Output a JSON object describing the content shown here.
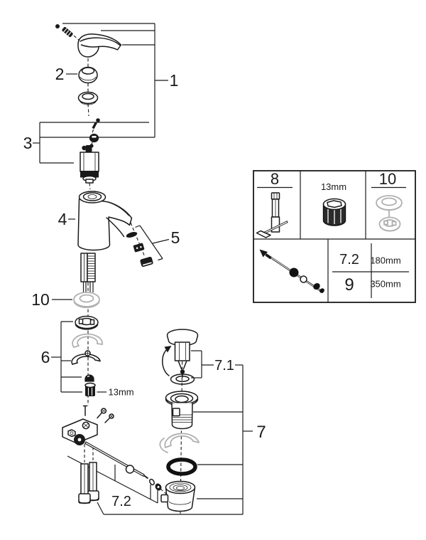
{
  "diagram": {
    "background": "#ffffff",
    "line_color": "#1a1a1a",
    "gray_color": "#b0b0b0",
    "callouts": {
      "handle_assembly": "1",
      "handle_cap": "2",
      "cartridge": "3",
      "faucet_body": "4",
      "mousseur": "5",
      "mounting_set": "6",
      "waste_assembly": "7",
      "plug": "7.1",
      "pull_rod": "7.2",
      "base_ring": "10",
      "hex_size": "13mm"
    },
    "info_box": {
      "mounting_tool_label": "8",
      "socket_label": "13mm",
      "ring_set_label": "10",
      "rows": [
        {
          "part": "7.2",
          "length": "180mm"
        },
        {
          "part": "9",
          "length": "350mm"
        }
      ]
    }
  }
}
